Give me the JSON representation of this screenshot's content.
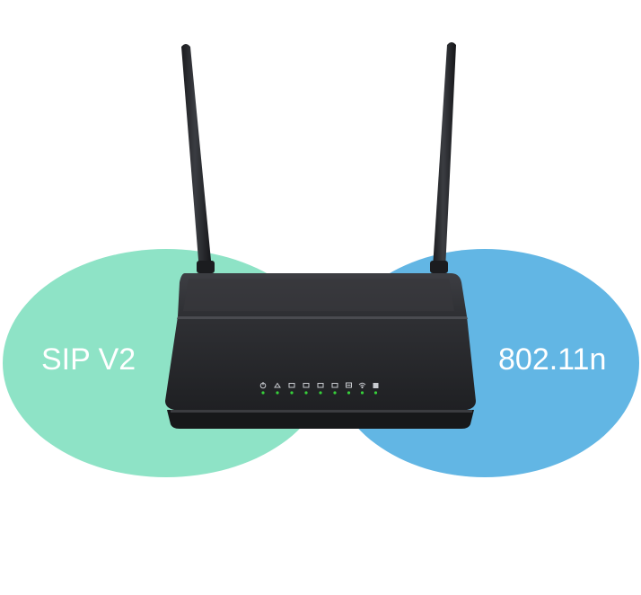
{
  "labels": {
    "left_bubble": "SIP V2",
    "right_bubble": "802.11n"
  },
  "colors": {
    "background": "#ffffff",
    "left_bubble": "#8ee3c6",
    "right_bubble": "#62b6e4",
    "router_body": "#2c2d30",
    "router_top": "#3a3b3f",
    "antenna": "#1f2023",
    "led": "#37d13a",
    "label_text": "#ffffff"
  },
  "router": {
    "antenna_count": 2,
    "led_count": 9,
    "status_icons": [
      "power-icon",
      "internet-icon",
      "lan-icon",
      "lan-icon",
      "lan-icon",
      "lan-icon",
      "phone-icon",
      "wifi-icon",
      "wps-icon"
    ]
  }
}
